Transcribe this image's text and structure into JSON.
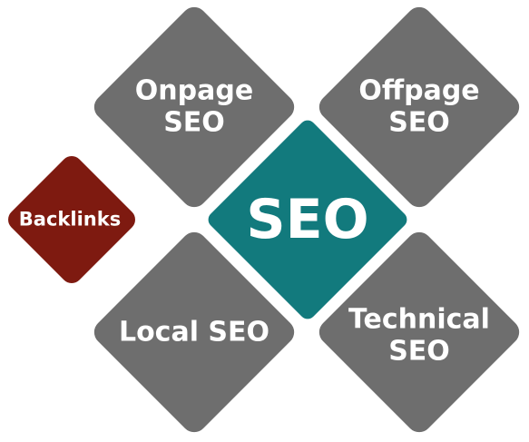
{
  "diagram": {
    "center": {
      "label": "SEO",
      "color": "#127A7D"
    },
    "segments": [
      {
        "id": "onpage",
        "label": "Onpage\nSEO",
        "color": "#6E6E6E"
      },
      {
        "id": "offpage",
        "label": "Offpage\nSEO",
        "color": "#6E6E6E"
      },
      {
        "id": "local",
        "label": "Local SEO",
        "color": "#6E6E6E"
      },
      {
        "id": "technical",
        "label": "Technical\nSEO",
        "color": "#6E6E6E"
      }
    ],
    "side": {
      "label": "Backlinks",
      "color": "#7E1A10"
    }
  }
}
